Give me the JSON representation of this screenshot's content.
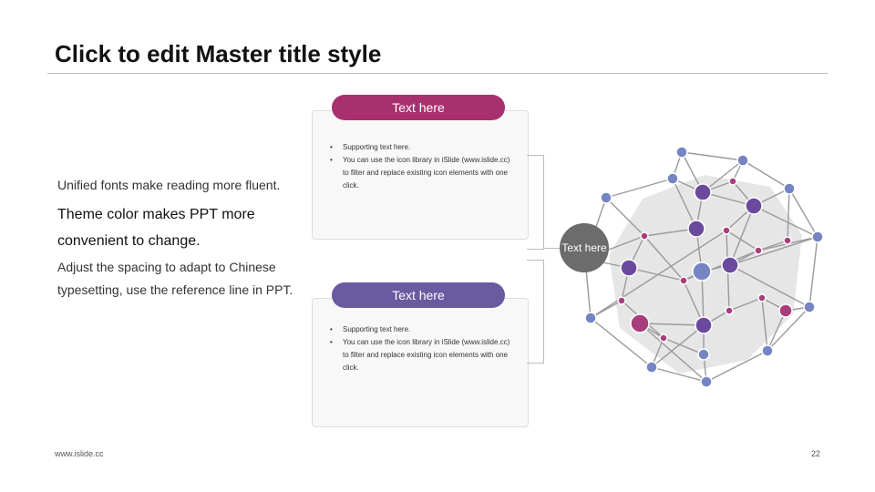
{
  "slide": {
    "title": "Click to edit Master title style"
  },
  "left_text": {
    "line1": "Unified fonts make reading more fluent.",
    "line2": "Theme color makes PPT more convenient to change.",
    "line3": "Adjust the spacing to adapt to Chinese typesetting, use the reference line in PPT."
  },
  "card_top": {
    "pill_label": "Text here",
    "pill_color": "#a8306e",
    "bullets": [
      "Supporting text here.",
      "You can use the icon library in iSlide (www.islide.cc) to filter and replace existing icon elements with one click."
    ]
  },
  "card_bottom": {
    "pill_label": "Text here",
    "pill_color": "#6a5aa0",
    "bullets": [
      "Supporting text here.",
      "You can use the icon library in iSlide (www.islide.cc) to filter and replace existing icon elements with one click."
    ]
  },
  "network_graphic": {
    "center_label": "Text here",
    "colors": {
      "blue_node": "#7585c4",
      "purple_node": "#6b4a9e",
      "magenta_node": "#a83d7d",
      "edge": "#9a9a9a",
      "background_disc": "#e6e6e6"
    }
  },
  "footer": {
    "url": "www.islide.cc",
    "page_number": "22"
  }
}
